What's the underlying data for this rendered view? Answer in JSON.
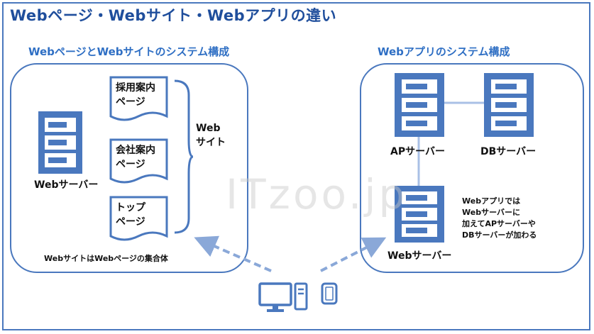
{
  "title": "Webページ・Webサイト・Webアプリの違い",
  "left_panel": {
    "heading": "WebページとWebサイトのシステム構成",
    "server_label": "Webサーバー",
    "pages": [
      "採用案内\nページ",
      "会社案内\nページ",
      "トップ\nページ"
    ],
    "bracket_label": "Web\nサイト",
    "caption": "WebサイトはWebページの集合体"
  },
  "right_panel": {
    "heading": "Webアプリのシステム構成",
    "ap_server_label": "APサーバー",
    "db_server_label": "DBサーバー",
    "web_server_label": "Webサーバー",
    "note": "Webアプリでは\nWebサーバーに\n加えてAPサーバーや\nDBサーバーが加わる"
  },
  "watermark": "ITzoo.jp",
  "colors": {
    "border": "#4a78be",
    "icon": "#4a78be",
    "title": "#1f4e9c",
    "heading": "#2f6fc4",
    "arrow": "#8aa8d8",
    "connector": "#a9c0e6"
  },
  "icons": [
    "server-icon",
    "document-icon",
    "monitor-icon",
    "desktop-tower-icon",
    "tablet-icon"
  ]
}
